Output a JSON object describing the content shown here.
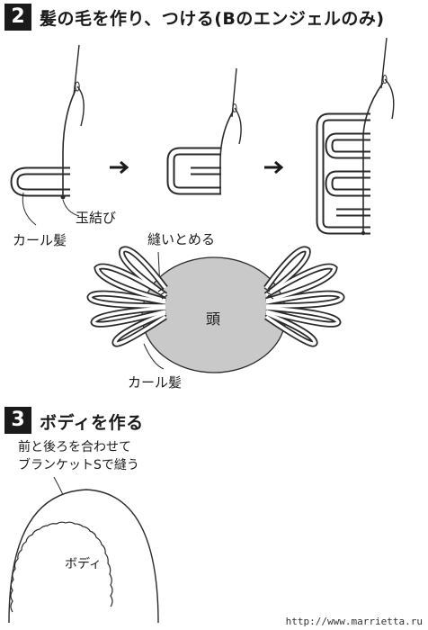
{
  "section2": {
    "number": "2",
    "title": "髪の毛を作り、つける(Bのエンジェルのみ)",
    "labels": {
      "knot": "玉結び",
      "curl_hair": "カール髪",
      "sew": "縫いとめる",
      "head": "頭",
      "curl_hair_bottom": "カール髪"
    }
  },
  "section3": {
    "number": "3",
    "title": "ボディを作る",
    "note_line1": "前と後ろを合わせて",
    "note_line2": "ブランケットSで縫う",
    "body_label": "ボディ"
  },
  "watermark": "http://www.marrietta.ru"
}
